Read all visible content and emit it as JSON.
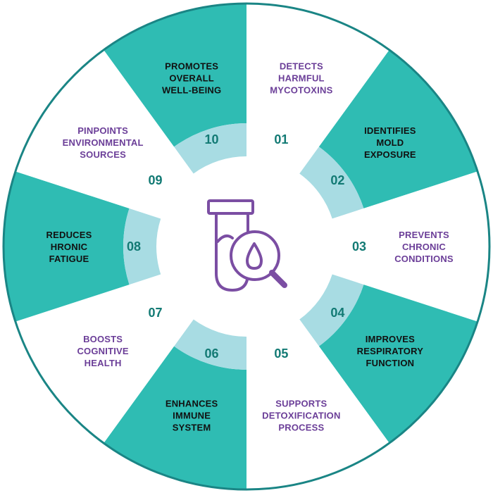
{
  "colors": {
    "teal": "#2fbcb3",
    "light_teal": "#a8dce3",
    "white": "#ffffff",
    "outline": "#1a8585",
    "purple_text": "#6b3e98",
    "dark_text": "#111111",
    "number_text": "#127a74",
    "icon": "#7b4ea3"
  },
  "center_icon": "test-tube-magnifier-droplet-icon",
  "segments": [
    {
      "num": "01",
      "lines": [
        "DETECTS",
        "HARMFUL",
        "MYCOTOXINS"
      ],
      "style": "white"
    },
    {
      "num": "02",
      "lines": [
        "IDENTIFIES",
        "MOLD",
        "EXPOSURE"
      ],
      "style": "teal"
    },
    {
      "num": "03",
      "lines": [
        "PREVENTS",
        "CHRONIC",
        "CONDITIONS"
      ],
      "style": "white"
    },
    {
      "num": "04",
      "lines": [
        "IMPROVES",
        "RESPIRATORY",
        "FUNCTION"
      ],
      "style": "teal"
    },
    {
      "num": "05",
      "lines": [
        "SUPPORTS",
        "DETOXIFICATION",
        "PROCESS"
      ],
      "style": "white"
    },
    {
      "num": "06",
      "lines": [
        "ENHANCES",
        "IMMUNE",
        "SYSTEM"
      ],
      "style": "teal"
    },
    {
      "num": "07",
      "lines": [
        "BOOSTS",
        "COGNITIVE",
        "HEALTH"
      ],
      "style": "white"
    },
    {
      "num": "08",
      "lines": [
        "REDUCES",
        "HRONIC",
        "FATIGUE"
      ],
      "style": "teal"
    },
    {
      "num": "09",
      "lines": [
        "PINPOINTS",
        "ENVIRONMENTAL",
        "SOURCES"
      ],
      "style": "white"
    },
    {
      "num": "10",
      "lines": [
        "PROMOTES",
        "OVERALL",
        "WELL-BEING"
      ],
      "style": "teal"
    }
  ]
}
